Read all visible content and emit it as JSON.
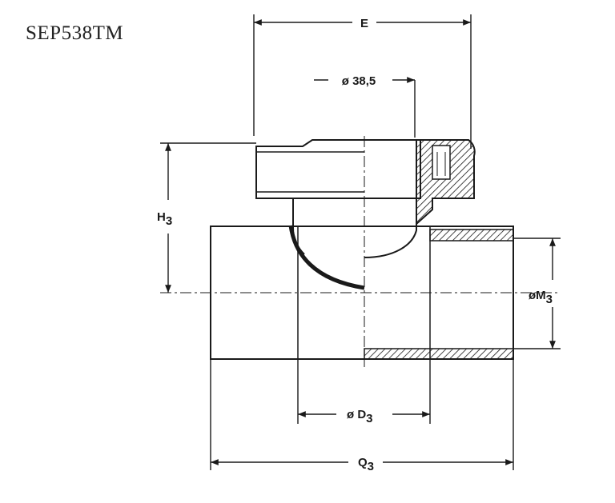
{
  "title": "SEP538TM",
  "labels": {
    "e": "E",
    "diameter_385": "ø 38,5",
    "h3_main": "H",
    "h3_sub": "3",
    "m3_main": "øM",
    "m3_sub": "3",
    "d3_main": "ø D",
    "d3_sub": "3",
    "q3_main": "Q",
    "q3_sub": "3"
  },
  "colors": {
    "ink": "#1a1a1a",
    "background": "#ffffff"
  }
}
